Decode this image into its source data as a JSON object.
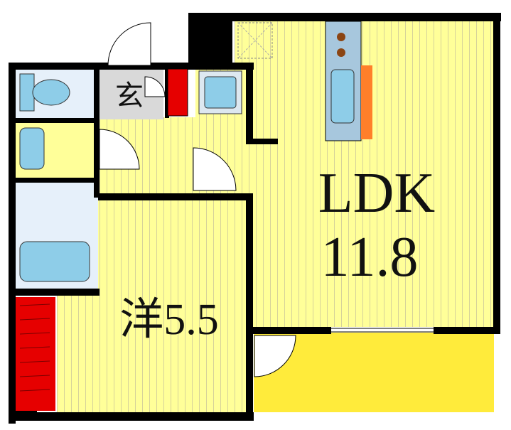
{
  "rooms": {
    "ldk": {
      "name": "LDK",
      "area": "11.8"
    },
    "western": {
      "name": "洋5.5"
    },
    "entrance": {
      "name": "玄"
    }
  },
  "colors": {
    "floor": "#ffff99",
    "stripe": "#d9d9a6",
    "wall": "#000000",
    "balcony": "#ffeb3b",
    "wet_area": "#e6f0fa",
    "fixture": "#8ecde8",
    "kitchen_counter": "#a7c7dd",
    "closet": "#e60000",
    "storage": "#e60000",
    "stove_burner": "#8b4513",
    "range_hood": "#ff7f2a",
    "entrance_floor": "#d9d9d9"
  },
  "icons": [
    "toilet-icon",
    "washbasin-icon",
    "bathtub-icon",
    "kitchen-sink-icon",
    "stove-icon",
    "washing-machine-icon",
    "door-swing-icon"
  ]
}
